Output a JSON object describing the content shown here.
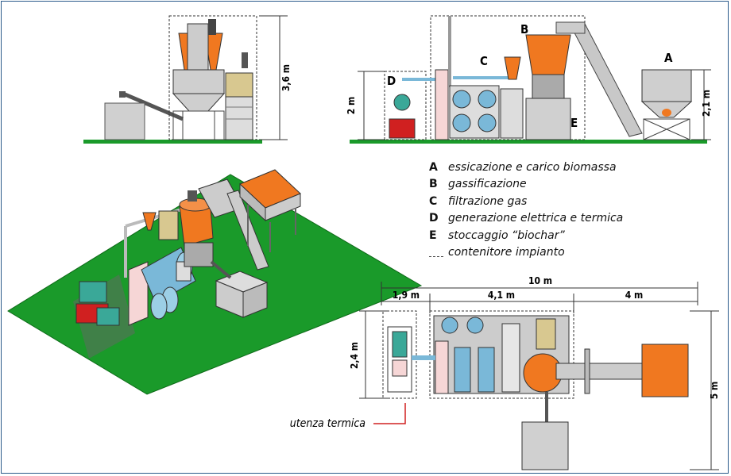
{
  "labels": {
    "A": "A",
    "B": "B",
    "C": "C",
    "D": "D",
    "E": "E"
  },
  "dimensions": {
    "height_a": "3,6 m",
    "height_plant": "2 m",
    "height_a_silo": "2,1 m",
    "total_length": "10 m",
    "len_d": "1,9 m",
    "len_container": "4,1 m",
    "len_a": "4 m",
    "width_container": "2,4 m",
    "width_total": "5 m"
  },
  "legend": [
    {
      "key": "A",
      "text": "essicazione e carico biomassa"
    },
    {
      "key": "B",
      "text": "gassificazione"
    },
    {
      "key": "C",
      "text": "filtrazione gas"
    },
    {
      "key": "D",
      "text": "generazione elettrica e termica"
    },
    {
      "key": "E",
      "text": "stoccaggio “biochar”"
    },
    {
      "key": "",
      "text": "contenitore impianto"
    }
  ],
  "callout": "utenza termica",
  "colors": {
    "ground": "#1a9a2a",
    "orange": "#f07820",
    "steel": "#c8c8c8",
    "teal": "#3aa898",
    "blue": "#7ab8d8",
    "khaki": "#d8c890",
    "red": "#d02020"
  }
}
